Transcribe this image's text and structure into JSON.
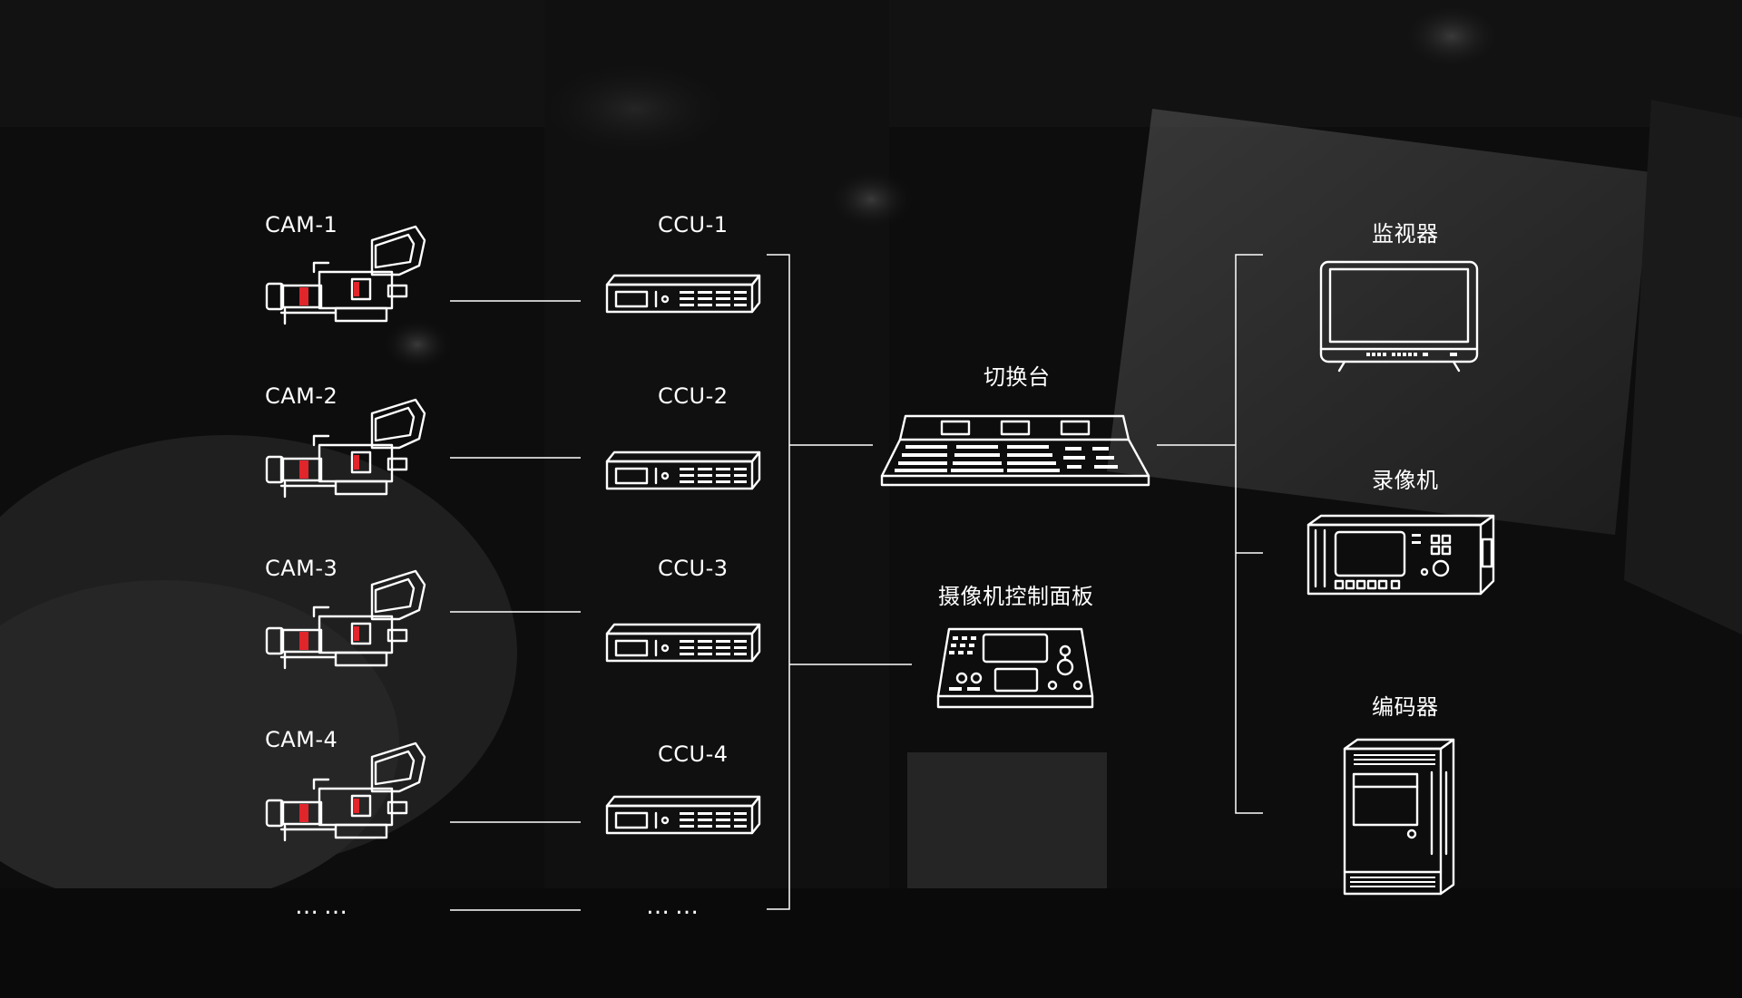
{
  "cameras": [
    {
      "label": "CAM-1"
    },
    {
      "label": "CAM-2"
    },
    {
      "label": "CAM-3"
    },
    {
      "label": "CAM-4"
    }
  ],
  "ccus": [
    {
      "label": "CCU-1"
    },
    {
      "label": "CCU-2"
    },
    {
      "label": "CCU-3"
    },
    {
      "label": "CCU-4"
    }
  ],
  "more_cameras": "……",
  "more_ccus": "……",
  "switcher": {
    "label": "切换台"
  },
  "control_panel": {
    "label": "摄像机控制面板"
  },
  "outputs": [
    {
      "label": "监视器"
    },
    {
      "label": "录像机"
    },
    {
      "label": "编码器"
    }
  ],
  "colors": {
    "background": "#0b0b0b",
    "line": "#ffffff",
    "accent": "#e0252b"
  },
  "icons": {
    "camera": "broadcast-camera-icon",
    "ccu": "camera-control-unit-icon",
    "switcher": "video-switcher-icon",
    "control_panel": "camera-control-panel-icon",
    "monitor": "monitor-icon",
    "recorder": "video-recorder-icon",
    "encoder": "encoder-icon"
  }
}
